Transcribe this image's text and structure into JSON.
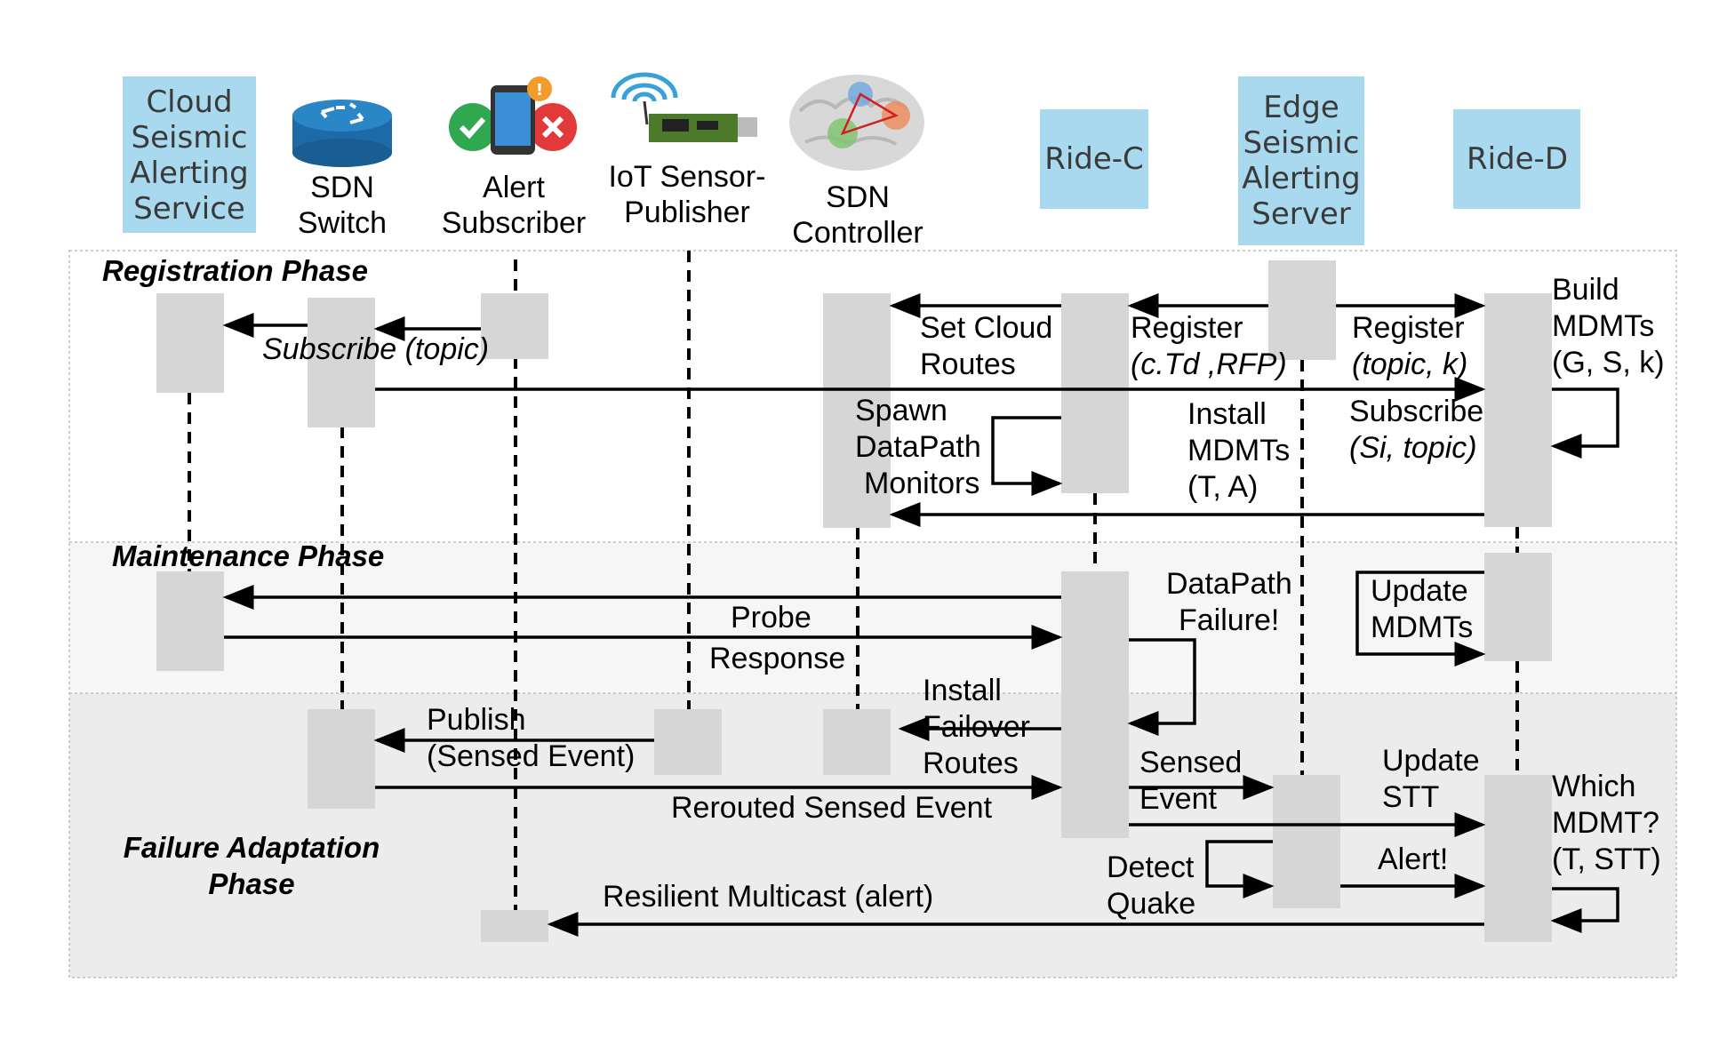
{
  "actors": {
    "cloud": "Cloud Seismic Alerting Service",
    "cloud_lines": [
      "Cloud",
      "Seismic",
      "Alerting",
      "Service"
    ],
    "switch_lines": [
      "SDN",
      "Switch"
    ],
    "subscriber_lines": [
      "Alert",
      "Subscriber"
    ],
    "iot_lines": [
      "IoT Sensor-",
      "Publisher"
    ],
    "controller_lines": [
      "SDN",
      "Controller"
    ],
    "ride_c": "Ride-C",
    "edge_lines": [
      "Edge",
      "Seismic",
      "Alerting",
      "Server"
    ],
    "ride_d": "Ride-D"
  },
  "icons": {
    "switch": "sdn-switch-icon",
    "subscriber": "phone-alert-icon",
    "iot": "iot-sensor-icon",
    "controller": "brain-network-icon"
  },
  "phases": {
    "registration": "Registration Phase",
    "maintenance": "Maintenance Phase",
    "failure_lines": [
      "Failure Adaptation",
      "Phase"
    ]
  },
  "messages": {
    "subscribe_topic": "Subscribe (topic)",
    "set_cloud_routes": [
      "Set Cloud",
      "Routes"
    ],
    "register_c_1": "Register",
    "register_c_2": "(c.Td ,RFP)",
    "register_d_1": "Register",
    "register_d_2": "(topic, k)",
    "build_mdmts": [
      "Build",
      "MDMTs",
      "(G, S, k)"
    ],
    "spawn_monitors": [
      "Spawn",
      "DataPath",
      "Monitors"
    ],
    "install_mdmts": [
      "Install",
      "MDMTs",
      "(T, A)"
    ],
    "subscribe_si_1": "Subscribe",
    "subscribe_si_2": "(Si, topic)",
    "datapath_failure": [
      "DataPath",
      "Failure!"
    ],
    "update_mdmts": [
      "Update",
      "MDMTs"
    ],
    "probe": "Probe",
    "response": "Response",
    "install_failover": [
      "Install",
      "Failover",
      "Routes"
    ],
    "publish": [
      "Publish",
      "(Sensed Event)"
    ],
    "rerouted": "Rerouted Sensed Event",
    "sensed_event": [
      "Sensed",
      "Event"
    ],
    "update_stt": [
      "Update",
      "STT"
    ],
    "which_mdmt": [
      "Which",
      "MDMT?",
      "(T, STT)"
    ],
    "detect_quake": [
      "Detect",
      "Quake"
    ],
    "alert": "Alert!",
    "resilient": "Resilient Multicast (alert)"
  },
  "colors": {
    "actor_box": "#a9d9ee",
    "activation": "#d6d6d6",
    "maintenance_band": "#f6f6f6",
    "failure_band": "#ececec"
  }
}
